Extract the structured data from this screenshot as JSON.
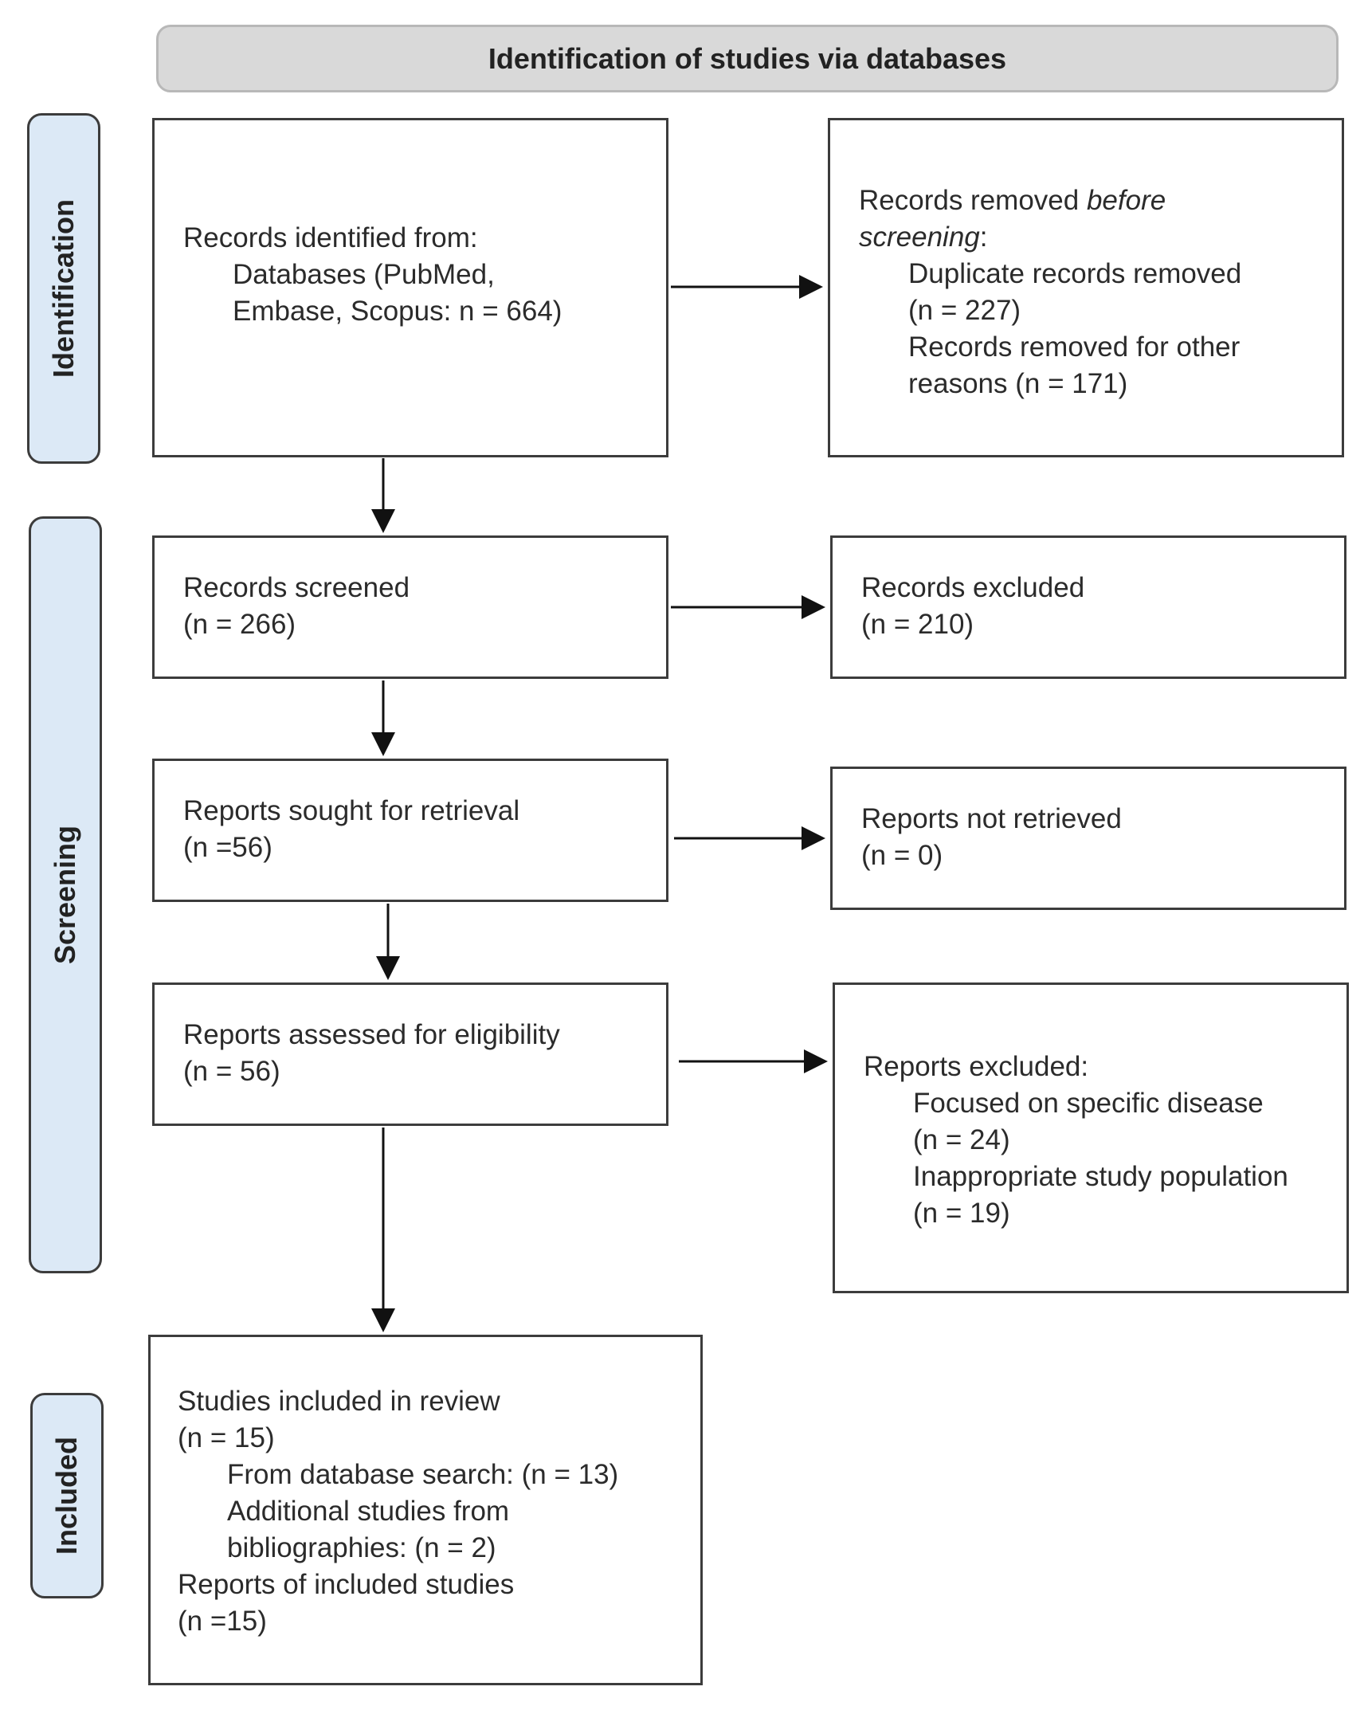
{
  "header": {
    "title": "Identification of studies via databases"
  },
  "phases": {
    "identification": "Identification",
    "screening": "Screening",
    "included": "Included"
  },
  "boxes": {
    "identified": {
      "line1": "Records identified from:",
      "line2": "Databases (PubMed,",
      "line3": "Embase, Scopus: n = 664)"
    },
    "removed": {
      "line1_a": "Records removed ",
      "line1_b": "before",
      "line2_a": "screening",
      "line2_b": ":",
      "line3": "Duplicate records removed",
      "line4": "(n = 227)",
      "line5": "Records removed for other",
      "line6": "reasons (n = 171)"
    },
    "screened": {
      "line1": "Records screened",
      "line2": "(n = 266)"
    },
    "excluded": {
      "line1": "Records excluded",
      "line2": "(n = 210)"
    },
    "sought": {
      "line1": "Reports sought for retrieval",
      "line2": "(n =56)"
    },
    "not_retrieved": {
      "line1": "Reports not retrieved",
      "line2": "(n = 0)"
    },
    "assessed": {
      "line1": "Reports assessed for eligibility",
      "line2": "(n = 56)"
    },
    "reports_excluded": {
      "line1": "Reports excluded:",
      "line2": "Focused on specific disease",
      "line3": "(n = 24)",
      "line4": "Inappropriate study population",
      "line5": "(n = 19)"
    },
    "included": {
      "line1": "Studies included in review",
      "line2": "(n = 15)",
      "line3": "From database search: (n = 13)",
      "line4": "Additional studies from",
      "line5": "bibliographies: (n = 2)",
      "line6": "Reports of included studies",
      "line7": "(n =15)"
    }
  },
  "colors": {
    "header_fill": "#d9d9d9",
    "phase_fill": "#dce9f6",
    "border": "#3c3c3c"
  }
}
